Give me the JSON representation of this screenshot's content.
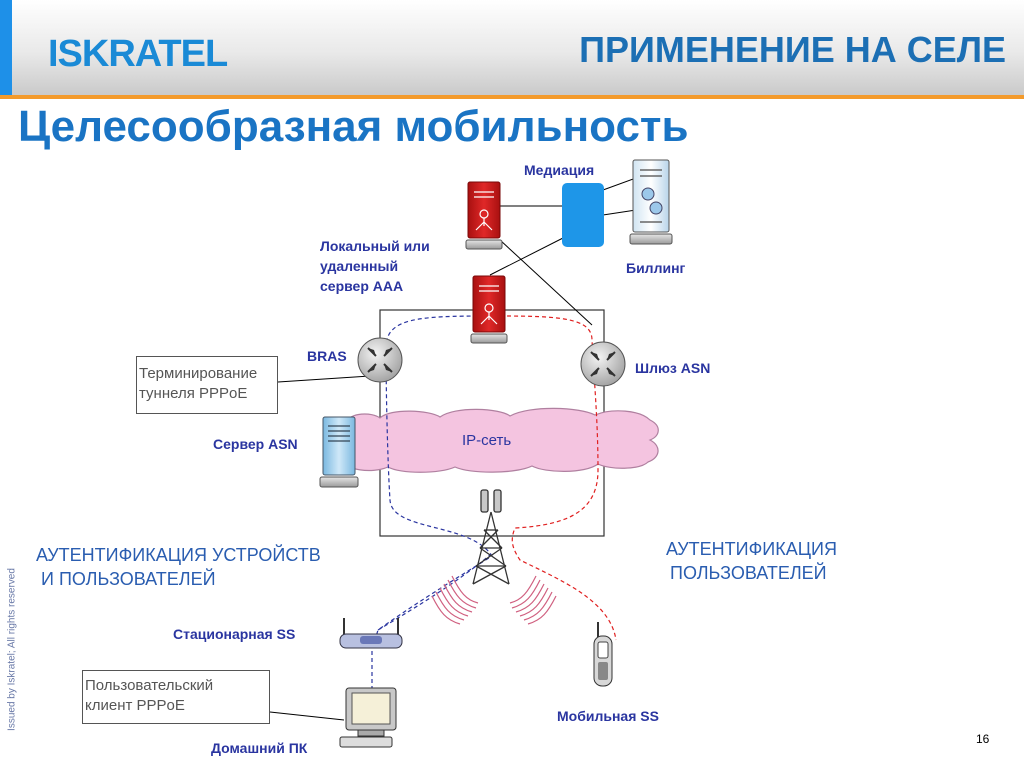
{
  "header": {
    "logo_text": "ISKRATEL",
    "logo_part1": "ISKRA",
    "logo_part2": "TEL",
    "section_title": "ПРИМЕНЕНИЕ НА СЕЛЕ"
  },
  "slide_title": "Целесообразная мобильность",
  "labels": {
    "mediation": "Медиация",
    "billing": "Биллинг",
    "aaa_line1": "Локальный или",
    "aaa_line2": "удаленный",
    "aaa_line3": "сервер ААА",
    "bras": "BRAS",
    "asn_gateway": "Шлюз ASN",
    "asn_server": "Сервер ASN",
    "ip_network": "IP-сеть",
    "stationary_ss": "Стационарная SS",
    "mobile_ss": "Мобильная SS",
    "home_pc": "Домашний ПК"
  },
  "callouts": {
    "pppoe_term_line1": "Терминирование",
    "pppoe_term_line2": "туннеля PPPoE",
    "pppoe_client_line1": "Пользовательский",
    "pppoe_client_line2": "клиент PPPoE"
  },
  "auth": {
    "devices_line1": "АУТЕНТИФИКАЦИЯ УСТРОЙСТВ",
    "devices_line2": " И ПОЛЬЗОВАТЕЛЕЙ",
    "users_line1": "АУТЕНТИФИКАЦИЯ",
    "users_line2": "ПОЛЬЗОВАТЕЛЕЙ"
  },
  "footer": {
    "copyright": "Issued by Iskratel; All rights reserved",
    "page_number": "16"
  },
  "colors": {
    "brand_blue": "#1a74c4",
    "accent_orange": "#f39a2b",
    "server_red": "#d42020",
    "server_blue": "#a8d4f0",
    "cloud_pink": "#f4c4e0",
    "path_blue": "#2a35a0",
    "path_red": "#e02020"
  }
}
